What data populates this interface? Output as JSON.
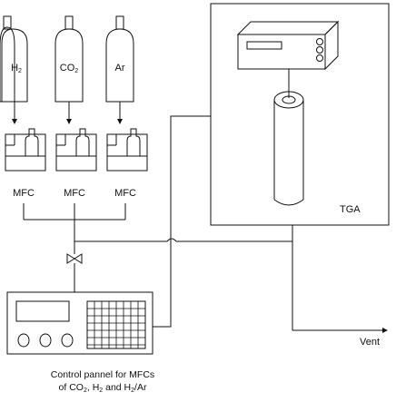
{
  "gases": [
    {
      "symbol": "H",
      "subscript": "2"
    },
    {
      "symbol": "CO",
      "subscript": "2"
    },
    {
      "symbol": "Ar",
      "subscript": ""
    }
  ],
  "mfc_label": "MFC",
  "tga_label": "TGA",
  "vent_label": "Vent",
  "control_panel": {
    "line1": "Control pannel for MFCs",
    "line2_prefix": "of CO",
    "line2_sub1": "2",
    "line2_mid": ", H",
    "line2_sub2": "2",
    "line2_mid2": " and H",
    "line2_sub3": "2",
    "line2_suffix": "/Ar"
  }
}
